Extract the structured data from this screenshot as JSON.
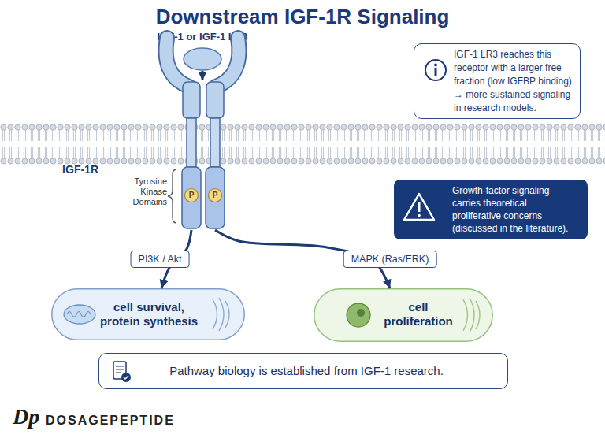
{
  "diagram": {
    "title": "Downstream IGF-1R Signaling",
    "nodes": [
      {
        "text": [
          "IGF-1 or IGF-1 LR3"
        ]
      },
      {
        "text": [
          "IGF-1 LR3 reaches this receptor with a larger free fraction (low IGFBP binding) → more sustained signaling in research models."
        ]
      },
      {
        "text": [
          "IGF-1R"
        ]
      },
      {
        "text": [
          "P"
        ],
        "in": 2
      },
      {
        "text": [
          "P"
        ],
        "in": 2
      },
      {
        "text": [
          "Growth-factor signaling carries theoretical proliferative concerns (discussed in the literature)."
        ]
      },
      {
        "text": [
          "cell survival, protein synthesis"
        ]
      },
      {
        "text": [
          "cell proliferation"
        ]
      },
      {
        "text": [
          "Pathway biology is established from IGF-1 research."
        ]
      }
    ],
    "edges": [
      {
        "from": 0,
        "to": 2,
        "arrow": "to"
      },
      {
        "from": 2,
        "to": 6,
        "label": "PI3K / Akt",
        "arrow": "to"
      },
      {
        "from": 2,
        "to": 7,
        "label": "MAPK (Ras/ERK)",
        "arrow": "to"
      }
    ],
    "labels": [
      "Tyrosine Kinase Domains",
      "Dp",
      "DOSAGEPEPTIDE"
    ]
  }
}
